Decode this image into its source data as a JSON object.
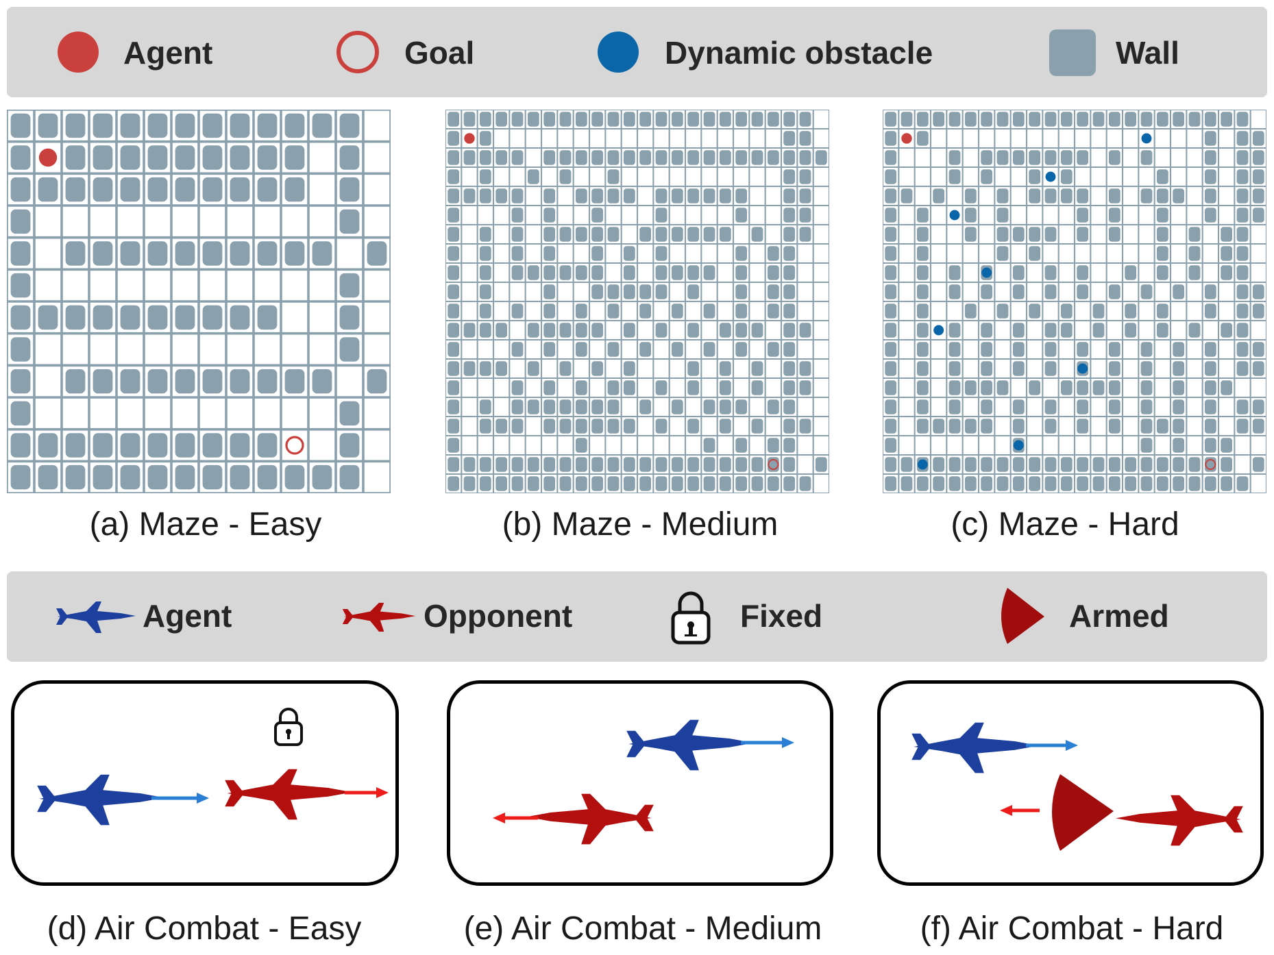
{
  "colors": {
    "agent": "#c9403c",
    "obstacle": "#0a66a8",
    "wall": "#8aa1ad",
    "jet_agent": "#1d3f9e",
    "jet_opponent": "#b30f0f",
    "arrow_agent": "#2a7fd4",
    "arrow_opponent": "#ee1b1b",
    "legend_bg": "#d7d7d7"
  },
  "maze_legend": {
    "agent": {
      "label": "Agent",
      "icon": "red-filled-circle-icon"
    },
    "goal": {
      "label": "Goal",
      "icon": "red-ring-icon"
    },
    "obstacle": {
      "label": "Dynamic obstacle",
      "icon": "blue-filled-circle-icon"
    },
    "wall": {
      "label": "Wall",
      "icon": "grey-square-icon"
    }
  },
  "combat_legend": {
    "agent": {
      "label": "Agent",
      "icon": "blue-jet-icon"
    },
    "opponent": {
      "label": "Opponent",
      "icon": "red-jet-icon"
    },
    "fixed": {
      "label": "Fixed",
      "icon": "padlock-icon"
    },
    "armed": {
      "label": "Armed",
      "icon": "weapon-cone-icon"
    }
  },
  "captions": {
    "a": "(a) Maze - Easy",
    "b": "(b) Maze - Medium",
    "c": "(c) Maze - Hard",
    "d": "(d) Air Combat - Easy",
    "e": "(e) Air Combat - Medium",
    "f": "(f) Air Combat - Hard"
  },
  "mazes": {
    "easy": {
      "rows": [
        "#############",
        "#A#########.#",
        "###########.#",
        "#...........#",
        "#.##########.#",
        "#...........#",
        "##########..#",
        "#...........#",
        "#.##########.#",
        "#...........#",
        "##########G.#",
        "#############"
      ],
      "agent": [
        1,
        1
      ],
      "goal": [
        10,
        10
      ],
      "obstacles": []
    },
    "medium": {
      "rows": [
        "#######################",
        "#A#..................##",
        "#####.##################",
        "#.#..#.#..#..........##",
        "#####.#.####.######..##",
        "#...#.#..#...#....#..##",
        "#.#.#.#####.######.#.##",
        "#.#.#.#..#.#.#....#.##",
        "#.#.######.#.####.#.##",
        "#.#...#..#####.#..#.##",
        "#.#.#.#.#.#.#.#.#.#.##",
        "####.#####.#.#.#.###.##",
        "#...#.#.#.#.#.#.#.#.##",
        "####.#.#.#.#...#.#.#.##",
        "#...#.#.#.##.#.#.#.#.##",
        "#.#.#######.#.#.###.##",
        "#.###.######.#.#.#.#.##",
        "#.......#.......#.#.##",
        "######################G#",
        "#######################"
      ],
      "agent": [
        1,
        1
      ],
      "goal": [
        18,
        20
      ],
      "obstacles": []
    },
    "hard": {
      "rows": [
        "#######################",
        "#A#.................#.##",
        "#...#.#######.#.#...#.##",
        "#...#.#..#.#.....#..#.##",
        "##.#.#.#.####.#.###.#.##",
        "#.#..#.#....#.#..#..#.##",
        "#.#..#.####.#.#..#.#.##",
        "#.#....#.#.......#.#.##",
        "#.#.#.#.#.#.#..#.#.#.##",
        "#.#.#.#.#.#.#.#.#.#.#.##",
        "#.#..#.#.#.#.#.#.#..#.##",
        "#.#.#.#.#.##.#.#.#.#.##",
        "#.#.#.#.#.#.#.#.#.#.#.##",
        "#.#.#.#.#.#.#.#.#.#.#.##",
        "#.#.####.#.####.#.#.##",
        "#.#.#.#.#.#.#.#.#.#.#.##",
        "#.#####.#.#.#.#.###.#.##",
        "#.......#.......#.#.##",
        "######################G#",
        "#######################"
      ],
      "agent": [
        1,
        1
      ],
      "goal": [
        18,
        20
      ],
      "obstacles": [
        [
          1,
          16
        ],
        [
          3,
          10
        ],
        [
          5,
          4
        ],
        [
          8,
          6
        ],
        [
          11,
          3
        ],
        [
          13,
          12
        ],
        [
          17,
          8
        ],
        [
          18,
          2
        ]
      ]
    }
  }
}
